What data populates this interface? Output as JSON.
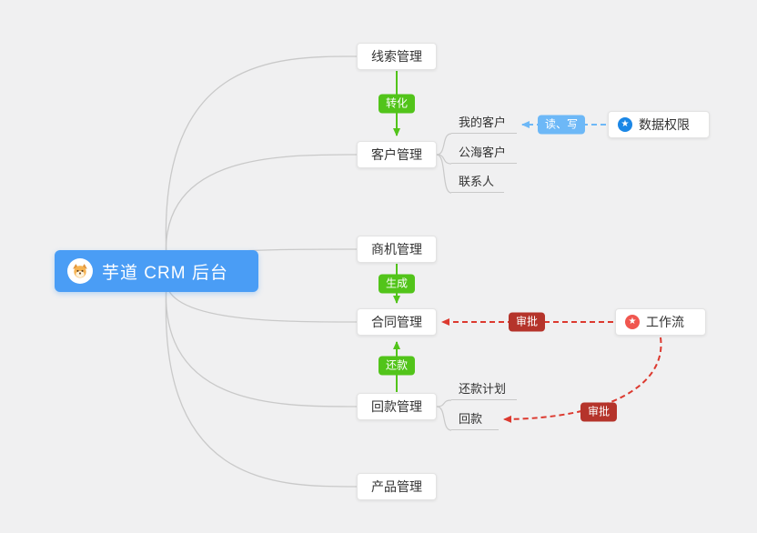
{
  "page": {
    "background": "#f0f0f1"
  },
  "root": {
    "label": "芋道 CRM 后台",
    "logo": "dog-icon"
  },
  "modules": [
    {
      "label": "线索管理"
    },
    {
      "label": "客户管理"
    },
    {
      "label": "商机管理"
    },
    {
      "label": "合同管理"
    },
    {
      "label": "回款管理"
    },
    {
      "label": "产品管理"
    }
  ],
  "customer_children": [
    {
      "label": "我的客户"
    },
    {
      "label": "公海客户"
    },
    {
      "label": "联系人"
    }
  ],
  "receivable_children": [
    {
      "label": "还款计划"
    },
    {
      "label": "回款"
    }
  ],
  "badges": {
    "convert": "转化",
    "generate": "生成",
    "repay": "还款",
    "read_write": "读、写",
    "approve_contract": "审批",
    "approve_receivable": "审批"
  },
  "side_nodes": {
    "data_permission": {
      "label": "数据权限",
      "icon": "star-icon"
    },
    "workflow": {
      "label": "工作流",
      "icon": "star-icon"
    }
  },
  "colors": {
    "root_bg": "#4a9df5",
    "badge_green": "#52c41a",
    "badge_blue": "#6db8f7",
    "badge_red": "#b5342b",
    "edge_gray": "#c9c9c9",
    "edge_red": "#dc392f",
    "edge_blue": "#6db8f7",
    "edge_green": "#52c41a",
    "star_blue": "#1b87e6",
    "star_red": "#f0564f",
    "card_bg": "#ffffff",
    "background": "#f0f0f1"
  }
}
